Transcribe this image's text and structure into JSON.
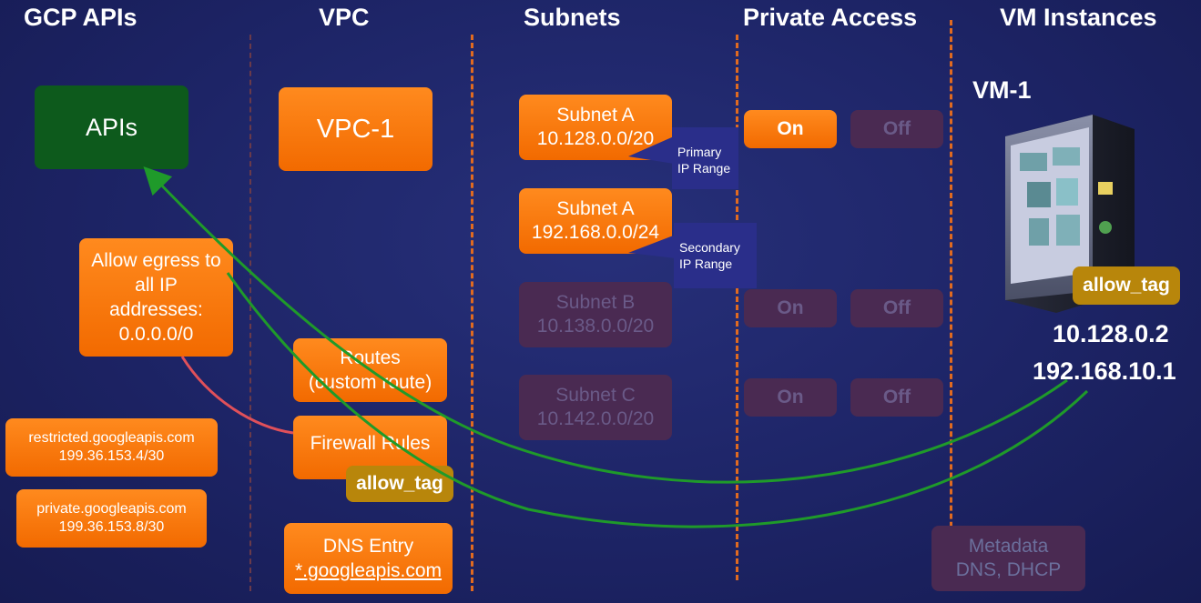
{
  "headers": {
    "gcp_apis": "GCP APIs",
    "vpc": "VPC",
    "subnets": "Subnets",
    "private_access": "Private Access",
    "vm_instances": "VM Instances"
  },
  "apis_box": "APIs",
  "egress_rule": [
    "Allow egress to",
    "all IP",
    "addresses:",
    "0.0.0.0/0"
  ],
  "restricted": {
    "host": "restricted.googleapis.com",
    "ip": "199.36.153.4/30"
  },
  "private": {
    "host": "private.googleapis.com",
    "ip": "199.36.153.8/30"
  },
  "vpc_box": "VPC-1",
  "routes": {
    "line1": "Routes",
    "line2": "(custom route)"
  },
  "firewall": {
    "label": "Firewall Rules",
    "tag": "allow_tag"
  },
  "dns": {
    "line1": "DNS Entry",
    "line2": "*.googleapis.com"
  },
  "subnets": [
    {
      "name": "Subnet A",
      "range": "10.128.0.0/20",
      "active": true
    },
    {
      "name": "Subnet A",
      "range": "192.168.0.0/24",
      "active": true
    },
    {
      "name": "Subnet B",
      "range": "10.138.0.0/20",
      "active": false
    },
    {
      "name": "Subnet C",
      "range": "10.142.0.0/20",
      "active": false
    }
  ],
  "notes": {
    "primary": [
      "Primary",
      "IP Range"
    ],
    "secondary": [
      "Secondary",
      "IP Range"
    ]
  },
  "toggles": {
    "on": "On",
    "off": "Off"
  },
  "vm": {
    "name": "VM-1",
    "tag": "allow_tag",
    "ip1": "10.128.0.2",
    "ip2": "192.168.10.1"
  },
  "metadata": {
    "line1": "Metadata",
    "line2": "DNS, DHCP"
  },
  "colors": {
    "orange": "#f26a00",
    "green_box": "#0d5a1c",
    "tag": "#b8860b",
    "note": "#2a2e8a",
    "green_arrow": "#1f9a2a",
    "red_arrow": "#e0505a"
  }
}
